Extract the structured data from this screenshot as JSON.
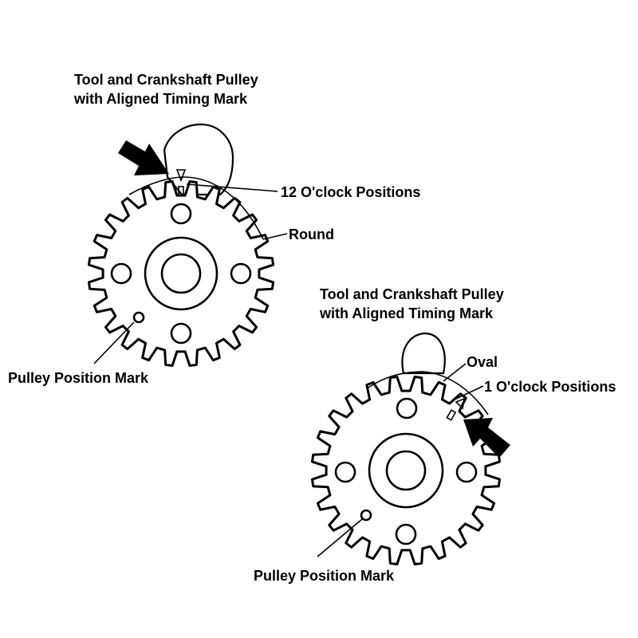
{
  "figure_top": {
    "title_line1": "Tool and Crankshaft Pulley",
    "title_line2": "with Aligned Timing Mark",
    "label_position": "12 O'clock Positions",
    "label_shape": "Round",
    "label_mark": "Pulley Position Mark"
  },
  "figure_bottom": {
    "title_line1": "Tool and Crankshaft Pulley",
    "title_line2": "with Aligned Timing Mark",
    "label_shape": "Oval",
    "label_position": "1 O'clock Positions",
    "label_mark": "Pulley Position Mark"
  },
  "colors": {
    "line": "#000000",
    "background": "#ffffff"
  },
  "gear": {
    "teeth": 24
  }
}
